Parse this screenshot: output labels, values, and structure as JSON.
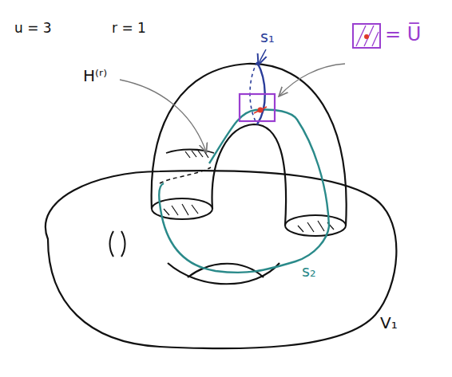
{
  "diagram": {
    "labels": [
      "u = 3",
      "r = 1",
      "H⁽ʳ⁾",
      "s₁",
      "s₂",
      "= U̅",
      "V₁"
    ]
  }
}
